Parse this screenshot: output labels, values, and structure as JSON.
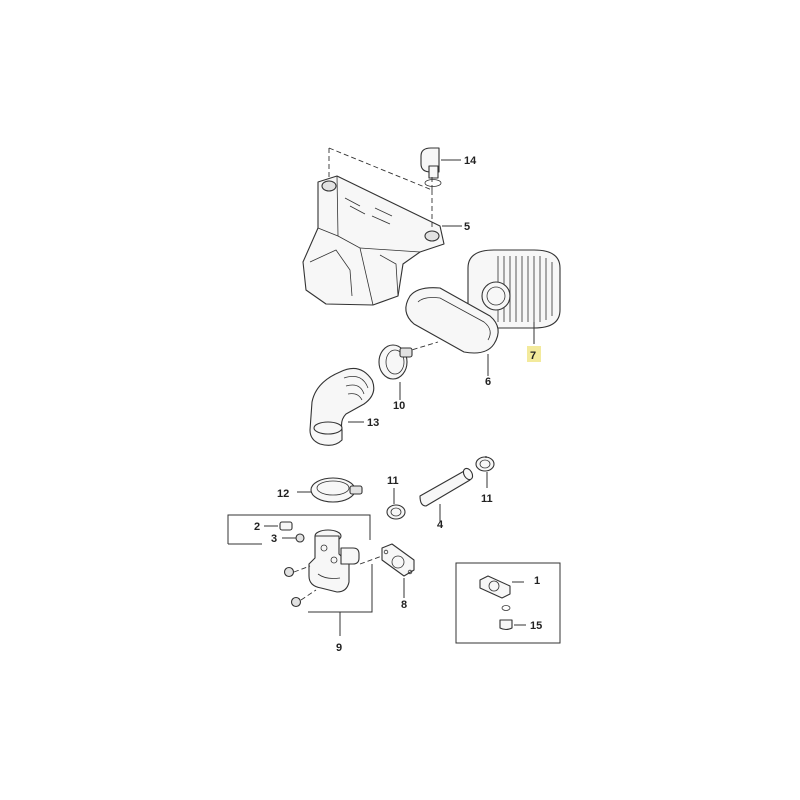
{
  "callouts": {
    "c1": "1",
    "c2": "2",
    "c3": "3",
    "c4": "4",
    "c5": "5",
    "c6": "6",
    "c7": "7",
    "c8": "8",
    "c9": "9",
    "c10": "10",
    "c11a": "11",
    "c11b": "11",
    "c12": "12",
    "c13": "13",
    "c14": "14",
    "c15": "15"
  },
  "colors": {
    "line": "#333333",
    "highlight": "#f3ea9c",
    "background": "#ffffff"
  }
}
